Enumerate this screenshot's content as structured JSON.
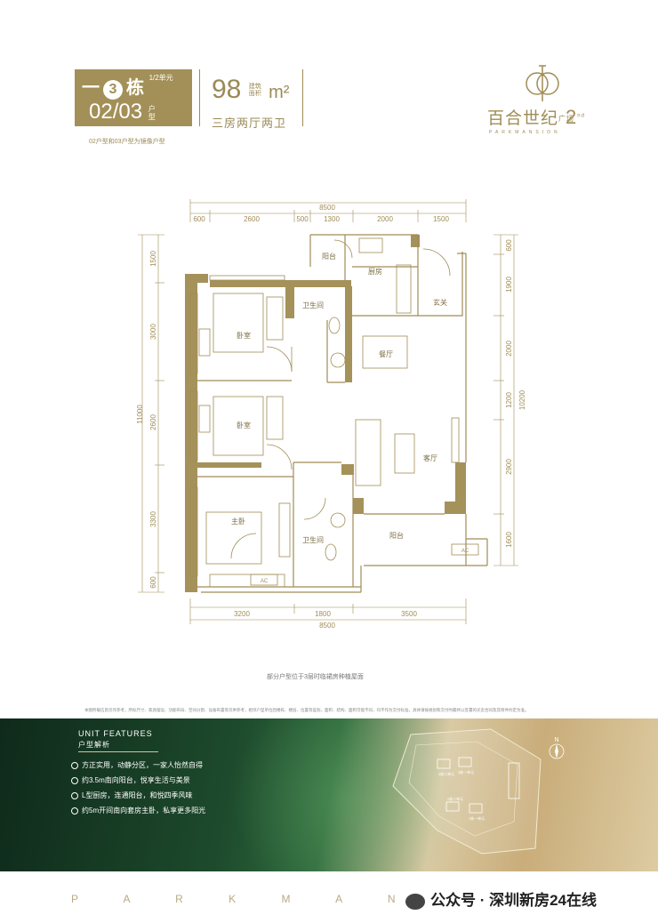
{
  "header": {
    "building_prefix": "一",
    "building_no": "3",
    "building_word": "栋",
    "unit_note": "1/2单元",
    "unit_types": "02/03",
    "unit_type_word": "户型",
    "area_value": "98",
    "area_label": "建筑面积",
    "area_unit": "m²",
    "layout": "三房两厅两卫",
    "mirror_note": "02户型和03户型为镜像户型"
  },
  "logo": {
    "name_cn": "百合世纪",
    "suffix_small": "广场",
    "number": "2",
    "sup": "nd",
    "name_en": "PARKMANSION"
  },
  "plan": {
    "top_total": "8500",
    "top_dims": [
      "600",
      "2600",
      "500",
      "1300",
      "2000",
      "1500"
    ],
    "bottom_dims": [
      "3200",
      "1800",
      "3500"
    ],
    "bottom_total": "8500",
    "left_dims": [
      "1500",
      "3000",
      "2600",
      "3300",
      "600"
    ],
    "left_total": "11000",
    "right_dims": [
      "600",
      "1900",
      "2000",
      "1200",
      "2900",
      "1600"
    ],
    "right_total": "10200",
    "rooms": {
      "balcony_top": "阳台",
      "kitchen": "厨房",
      "bath1": "卫生间",
      "bedroom1": "卧室",
      "dining": "餐厅",
      "entry": "玄关",
      "bedroom2": "卧室",
      "living": "客厅",
      "master": "主卧",
      "bath2": "卫生间",
      "balcony_bottom": "阳台"
    },
    "ac_label": "AC"
  },
  "notes": {
    "floor_note": "部分户型位于3层时临裙房种植屋面",
    "disclaimer": "本图所载信息仅作参考，所标尺寸、家具摆设、功能布局、空间分割、设备布置等仅供参考，相邻户型单位因楼栋、楼层、位置等差别，面积、结构、面积可能不同，均不作为交付标准，具体请按规划和交付时最终以签署的买卖合同及其附件约定为准。"
  },
  "features": {
    "title_en": "UNIT FEATURES",
    "title_cn": "户型解析",
    "items": [
      "方正实用，动静分区，一家人怡然自得",
      "约3.5m南向阳台，悦享生活与美景",
      "L型厨房，连通阳台，和悦四季风味",
      "约5m开间南向套房主卧，私享更多阳光"
    ]
  },
  "sitemap": {
    "compass": "N",
    "labels": [
      "3栋二单元",
      "3栋一单元",
      "1栋二单元",
      "1栋一单元"
    ]
  },
  "footer": {
    "letters": "P A R K M A N",
    "wechat": "公众号 · 深圳新房24在线"
  }
}
